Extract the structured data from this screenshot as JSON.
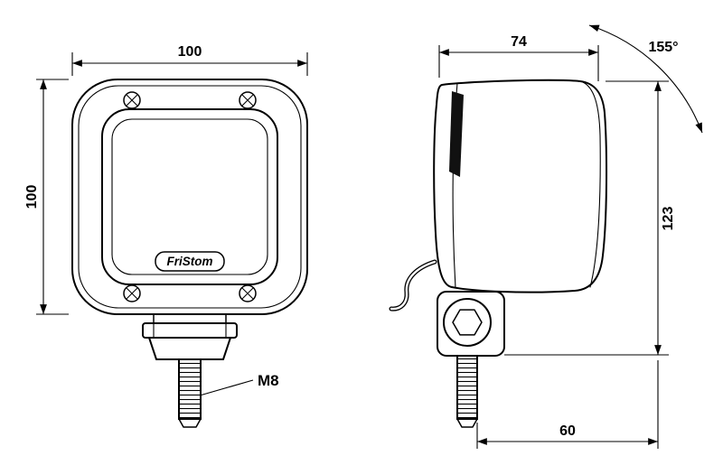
{
  "colors": {
    "line": "#000000",
    "background": "#ffffff",
    "shade": "#111111"
  },
  "front_view": {
    "logo_text": "FriStom"
  },
  "dimensions": {
    "front_width": "100",
    "front_height": "100",
    "side_depth": "74",
    "side_height": "123",
    "stud_to_back": "60",
    "thread_label": "M8",
    "tilt_angle": "155°"
  }
}
